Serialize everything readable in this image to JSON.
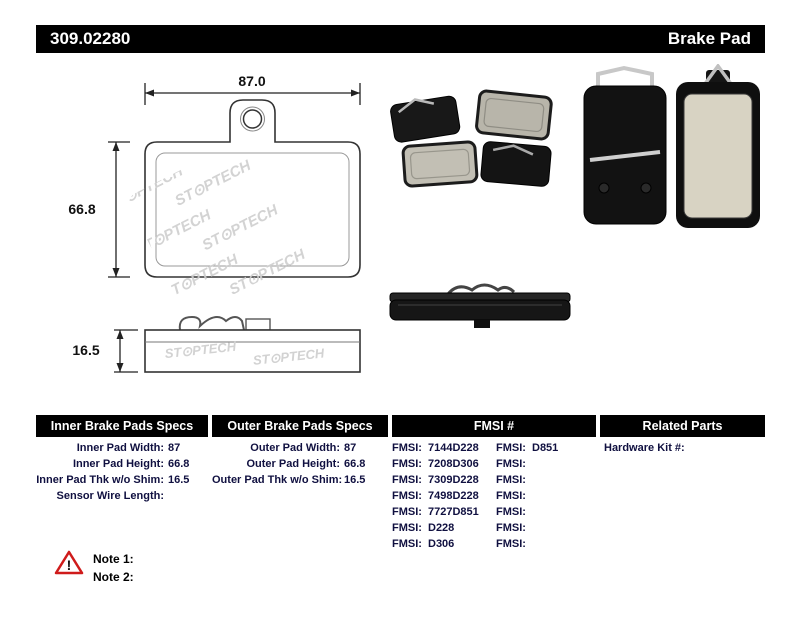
{
  "header": {
    "part_number": "309.02280",
    "product_type": "Brake Pad"
  },
  "drawing": {
    "width_dim": "87.0",
    "height_dim": "66.8",
    "thickness_dim": "16.5",
    "watermark": "ST⊙PTECH"
  },
  "tables": {
    "inner": {
      "title": "Inner Brake Pads Specs",
      "rows": [
        {
          "label": "Inner Pad Width:",
          "value": "87"
        },
        {
          "label": "Inner Pad Height:",
          "value": "66.8"
        },
        {
          "label": "Inner Pad Thk w/o Shim:",
          "value": "16.5"
        },
        {
          "label": "Sensor Wire Length:",
          "value": ""
        }
      ]
    },
    "outer": {
      "title": "Outer Brake Pads Specs",
      "rows": [
        {
          "label": "Outer Pad Width:",
          "value": "87"
        },
        {
          "label": "Outer Pad Height:",
          "value": "66.8"
        },
        {
          "label": "Outer Pad Thk w/o Shim:",
          "value": "16.5"
        }
      ]
    },
    "fmsi": {
      "title": "FMSI #",
      "rows": [
        {
          "l1": "FMSI:",
          "v1": "7144D228",
          "l2": "FMSI:",
          "v2": "D851"
        },
        {
          "l1": "FMSI:",
          "v1": "7208D306",
          "l2": "FMSI:",
          "v2": ""
        },
        {
          "l1": "FMSI:",
          "v1": "7309D228",
          "l2": "FMSI:",
          "v2": ""
        },
        {
          "l1": "FMSI:",
          "v1": "7498D228",
          "l2": "FMSI:",
          "v2": ""
        },
        {
          "l1": "FMSI:",
          "v1": "7727D851",
          "l2": "FMSI:",
          "v2": ""
        },
        {
          "l1": "FMSI:",
          "v1": "D228",
          "l2": "FMSI:",
          "v2": ""
        },
        {
          "l1": "FMSI:",
          "v1": "D306",
          "l2": "FMSI:",
          "v2": ""
        }
      ]
    },
    "related": {
      "title": "Related Parts",
      "rows": [
        {
          "label": "Hardware Kit #:",
          "value": ""
        }
      ]
    }
  },
  "notes": {
    "warning_glyph": "!",
    "items": [
      {
        "label": "Note 1:"
      },
      {
        "label": "Note 2:"
      }
    ]
  }
}
